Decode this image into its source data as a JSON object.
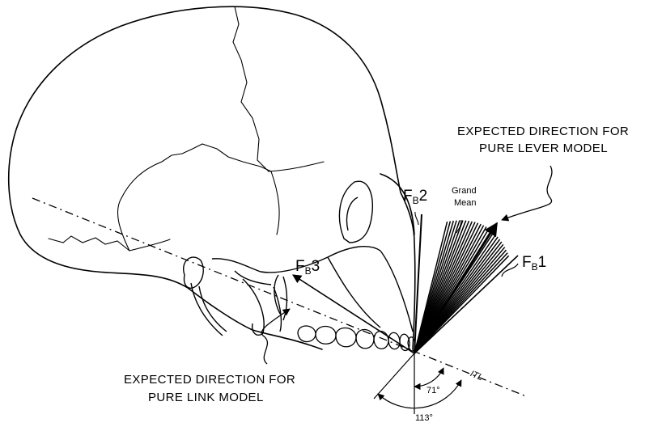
{
  "labels": {
    "lever_model_line1": "EXPECTED DIRECTION FOR",
    "lever_model_line2": "PURE LEVER MODEL",
    "link_model_line1": "EXPECTED DIRECTION FOR",
    "link_model_line2": "PURE LINK MODEL",
    "grand_mean_line1": "Grand",
    "grand_mean_line2": "Mean",
    "fb1": {
      "main": "F",
      "sub": "B",
      "suffix": "1"
    },
    "fb2": {
      "main": "F",
      "sub": "B",
      "suffix": "2"
    },
    "fb3": {
      "main": "F",
      "sub": "B",
      "suffix": "3"
    },
    "itl": "ITL",
    "angle_71": "71°",
    "angle_113": "113°"
  },
  "colors": {
    "ink": "#000000",
    "paper": "#ffffff"
  },
  "angles_deg": {
    "fb1_to_itl": 71,
    "fb3_side_to_itl": 113
  }
}
